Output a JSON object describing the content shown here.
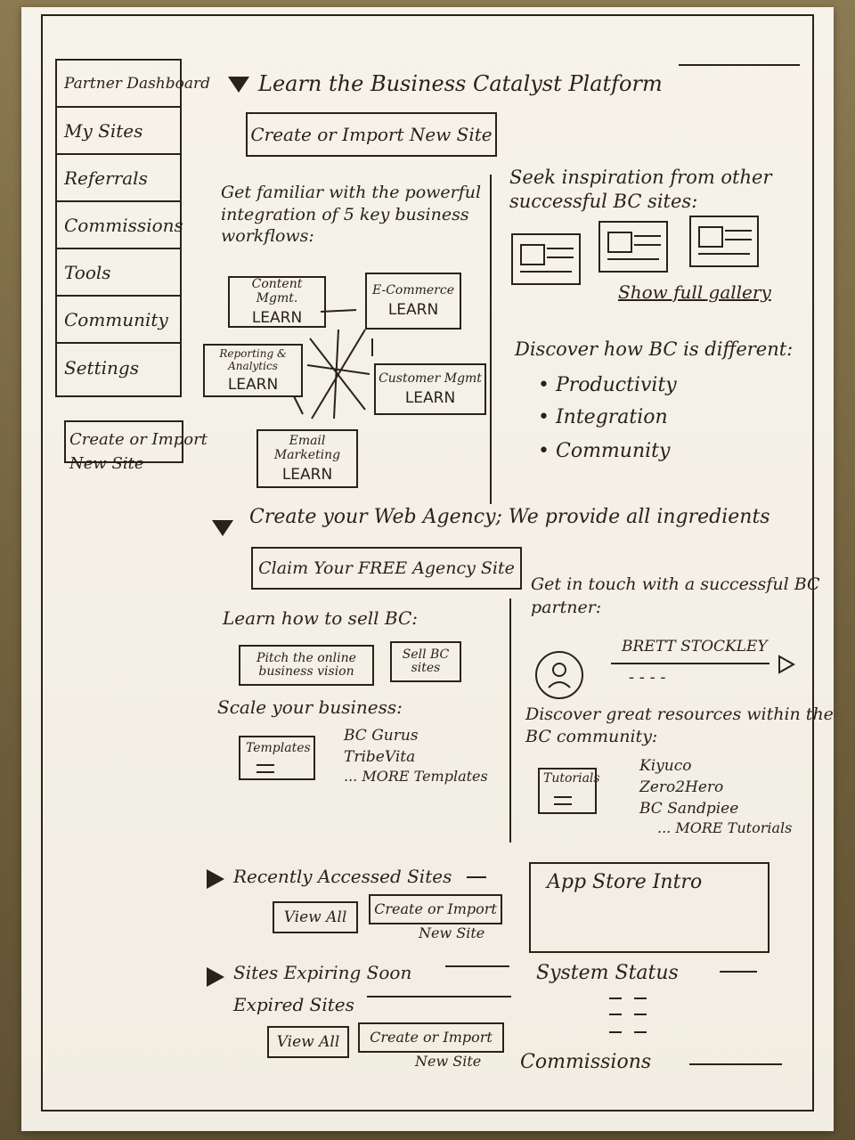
{
  "sidebar": {
    "items": [
      {
        "label": "Partner Dashboard"
      },
      {
        "label": "My Sites"
      },
      {
        "label": "Referrals"
      },
      {
        "label": "Commissions"
      },
      {
        "label": "Tools"
      },
      {
        "label": "Community"
      },
      {
        "label": "Settings"
      }
    ],
    "create_button": "Create or Import New Site"
  },
  "learn_section": {
    "title": "Learn the Business Catalyst Platform",
    "create_button": "Create or Import New Site",
    "intro": "Get familiar with the powerful integration of 5 key business workflows:",
    "workflows": [
      {
        "name": "Content Mgmt.",
        "cta": "LEARN"
      },
      {
        "name": "E-Commerce",
        "cta": "LEARN"
      },
      {
        "name": "Reporting & Analytics",
        "cta": "LEARN"
      },
      {
        "name": "Customer Mgmt",
        "cta": "LEARN"
      },
      {
        "name": "Email Marketing",
        "cta": "LEARN"
      }
    ],
    "inspiration_title": "Seek inspiration from other successful BC sites:",
    "gallery_link": "Show full gallery",
    "different_title": "Discover how BC is different:",
    "different_items": [
      "Productivity",
      "Integration",
      "Community"
    ]
  },
  "agency_section": {
    "title": "Create your Web Agency; We provide all ingredients",
    "claim_button": "Claim Your FREE Agency Site",
    "sell_title": "Learn how to sell BC:",
    "sell_buttons": [
      "Pitch the online business vision",
      "Sell BC sites"
    ],
    "scale_title": "Scale your business:",
    "templates_label": "Templates",
    "template_items": [
      "BC Gurus",
      "TribeVita",
      "... MORE Templates"
    ],
    "partner_title": "Get in touch with a successful BC partner:",
    "partner_name": "BRETT STOCKLEY",
    "partner_sub": "- - - -",
    "resources_title": "Discover great resources within the BC community:",
    "tutorials_label": "Tutorials",
    "tutorial_items": [
      "Kiyuco",
      "Zero2Hero",
      "BC Sandpiee",
      "... MORE Tutorials"
    ]
  },
  "recent_section": {
    "title": "Recently Accessed Sites",
    "view_all": "View All",
    "create": "Create or Import",
    "create_sub": "New Site"
  },
  "expiring_section": {
    "title": "Sites Expiring Soon",
    "expired": "Expired Sites",
    "view_all": "View All",
    "create": "Create or Import",
    "create_sub": "New Site"
  },
  "app_store": {
    "title": "App Store Intro"
  },
  "system_status": {
    "title": "System Status"
  },
  "commissions": {
    "title": "Commissions"
  }
}
